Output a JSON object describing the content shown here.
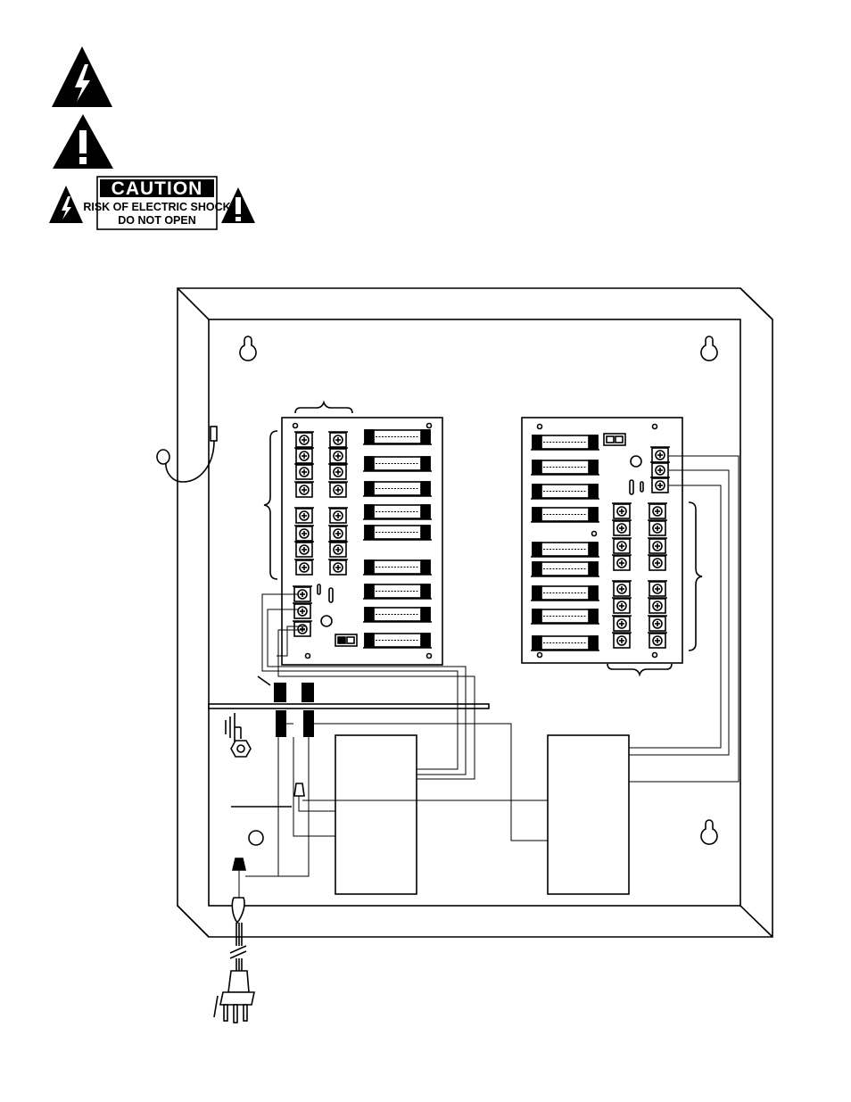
{
  "warning_symbols": {
    "shock_icon": "lightning-bolt-triangle",
    "attention_icon": "exclamation-triangle"
  },
  "caution_label": {
    "heading": "CAUTION",
    "line1": "RISK OF ELECTRIC SHOCK",
    "line2": "DO NOT OPEN"
  },
  "colors": {
    "ink": "#000000",
    "paper": "#ffffff"
  }
}
